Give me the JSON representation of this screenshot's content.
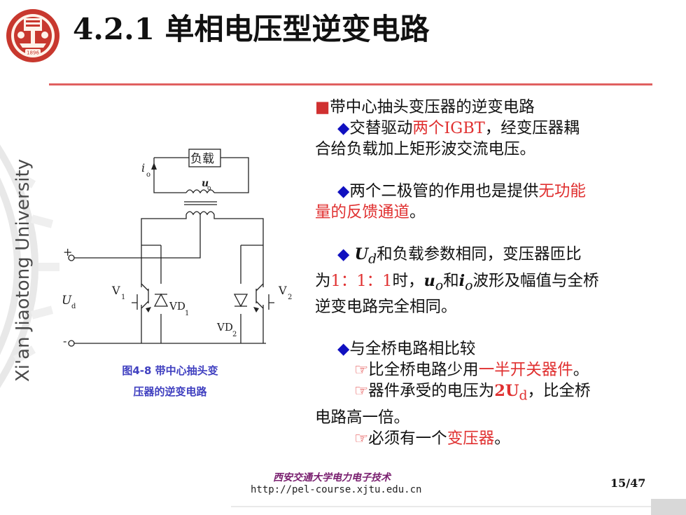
{
  "header": {
    "title": "4.2.1 单相电压型逆变电路",
    "logo_icon": "university-emblem-icon",
    "logo_year": "1896"
  },
  "side_watermark": "Xi'an Jiaotong University",
  "circuit": {
    "load_label": "负载",
    "io_label": "i",
    "io_sub": "o",
    "uo_label": "u",
    "uo_sub": "o",
    "ud_label": "U",
    "ud_sub": "d",
    "v1_label": "V",
    "v1_sub": "1",
    "v2_label": "V",
    "v2_sub": "2",
    "vd1_label": "VD",
    "vd1_sub": "1",
    "vd2_label": "VD",
    "vd2_sub": "2",
    "plus_sign": "+",
    "minus_sign": "-",
    "caption_line1": "图4-8  带中心抽头变",
    "caption_line2": "压器的逆变电路"
  },
  "content": {
    "heading_marker": "■",
    "heading": "带中心抽头变压器的逆变电路",
    "diamond": "◆",
    "hand": "☞",
    "b1_a": "交替驱动",
    "b1_red": "两个IGBT",
    "b1_b": "，经变压器耦",
    "b1_line2": "合给负载加上矩形波交流电压。",
    "b2_a": "两个二极管的作用也是提供",
    "b2_red1": "无功能",
    "b2_red2": "量的反馈通道",
    "b2_end": "。",
    "b3_ud": "U",
    "b3_ud_sub": "d",
    "b3_a": "和负载参数相同，变压器匝比",
    "b3_b": "为",
    "b3_ratio": "1：1：1",
    "b3_c": "时，",
    "b3_uo": "u",
    "b3_uo_sub": "o",
    "b3_and": "和",
    "b3_io": "i",
    "b3_io_sub": "o",
    "b3_d": "波形及幅值与全桥",
    "b3_line3": "逆变电路完全相同。",
    "b4": "与全桥电路相比较",
    "s1_a": "比全桥电路少用",
    "s1_red": "一半开关器件",
    "s1_end": "。",
    "s2_a": "器件承受的电压为",
    "s2_red": "2U",
    "s2_red_sub": "d",
    "s2_b": "，比全桥",
    "s2_line2": "电路高一倍。",
    "s3_a": "必须有一个",
    "s3_red": "变压器",
    "s3_end": "。"
  },
  "footer": {
    "brand": "西安交通大学电力电子技术",
    "url": "http://pel-course.xjtu.edu.cn",
    "page": "15/47"
  }
}
